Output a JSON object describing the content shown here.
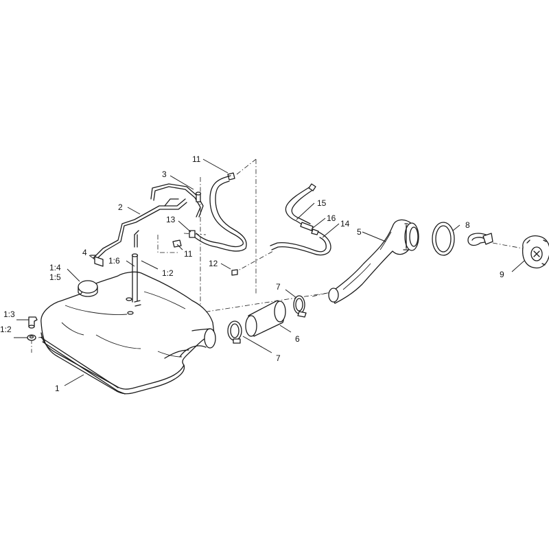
{
  "callouts": {
    "c1": "1",
    "c1_2a": "1:2",
    "c1_2b": "1:2",
    "c1_3": "1:3",
    "c1_4": "1:4",
    "c1_5": "1:5",
    "c1_6": "1:6",
    "c2": "2",
    "c3": "3",
    "c4": "4",
    "c5": "5",
    "c6": "6",
    "c7a": "7",
    "c7b": "7",
    "c8": "8",
    "c9": "9",
    "c11a": "11",
    "c11b": "11",
    "c12": "12",
    "c13": "13",
    "c14": "14",
    "c15": "15",
    "c16": "16"
  }
}
